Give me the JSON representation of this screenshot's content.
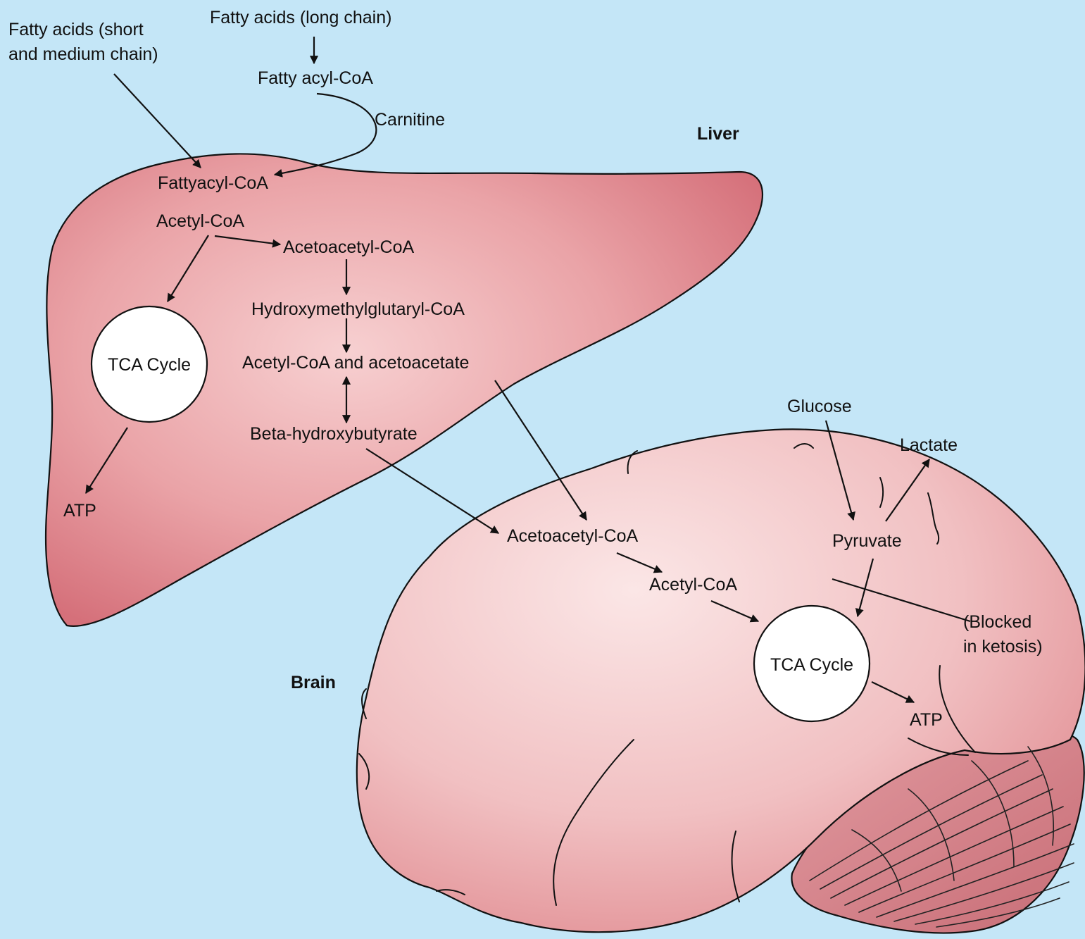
{
  "organs": {
    "liver": "Liver",
    "brain": "Brain"
  },
  "inputs": {
    "fa_short_line1": "Fatty acids (short",
    "fa_short_line2": "and medium chain)",
    "fa_long": "Fatty acids (long chain)",
    "fatty_acyl_coa_outer": "Fatty acyl-CoA",
    "carnitine": "Carnitine"
  },
  "liver": {
    "fattyacyl_coa": "Fattyacyl-CoA",
    "acetyl_coa": "Acetyl-CoA",
    "acetoacetyl_coa": "Acetoacetyl-CoA",
    "hmg_coa": "Hydroxymethylglutaryl-CoA",
    "acetyl_acetoacetate": "Acetyl-CoA and acetoacetate",
    "beta_hb": "Beta-hydroxybutyrate",
    "tca": "TCA Cycle",
    "atp": "ATP"
  },
  "brain": {
    "glucose": "Glucose",
    "lactate": "Lactate",
    "pyruvate": "Pyruvate",
    "acetoacetyl_coa": "Acetoacetyl-CoA",
    "acetyl_coa": "Acetyl-CoA",
    "blocked_line1": "(Blocked",
    "blocked_line2": "in ketosis)",
    "tca": "TCA Cycle",
    "atp": "ATP"
  },
  "colors": {
    "background": "#c4e6f7",
    "liver_fill": "#e9a1a5",
    "liver_edge": "#d26a72",
    "brain_fill": "#f0bcbe",
    "brain_edge": "#e39499",
    "cerebellum": "#d6868d",
    "ink": "#111111"
  }
}
